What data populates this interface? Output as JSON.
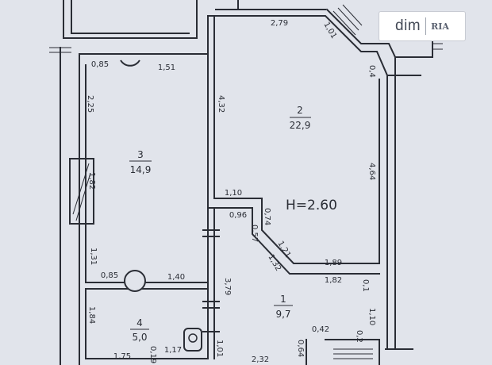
{
  "watermark": {
    "brand": "dim",
    "partner": "RIA"
  },
  "height_label": "H=2.60",
  "rooms": [
    {
      "id": "room-1",
      "number": "1",
      "area": "9,7"
    },
    {
      "id": "room-2",
      "number": "2",
      "area": "22,9"
    },
    {
      "id": "room-3",
      "number": "3",
      "area": "14,9"
    },
    {
      "id": "room-4",
      "number": "4",
      "area": "5,0"
    }
  ],
  "dimensions": {
    "d279": "2,79",
    "d01": "1,01",
    "d04_top": "0,4",
    "d085_top": "0,85",
    "d151": "1,51",
    "d225": "2,25",
    "d432": "4,32",
    "d182_left": "1,82",
    "d464": "4,64",
    "d110_mid": "1,10",
    "d096": "0,96",
    "d074": "0,74",
    "d057": "0,57",
    "d121": "1,21",
    "d132": "1,32",
    "d189": "1,89",
    "d131": "1,31",
    "d085_bot": "0,85",
    "d140": "1,40",
    "d182_bot": "1,82",
    "d01_right": "0,1",
    "d379": "3,79",
    "d184": "1,84",
    "d110_right": "1,10",
    "d042": "0,42",
    "d02": "0,2",
    "d064": "0,64",
    "d175": "1,75",
    "d019": "0,19",
    "d117": "1,17",
    "d101": "1,01",
    "d232": "2,32"
  }
}
